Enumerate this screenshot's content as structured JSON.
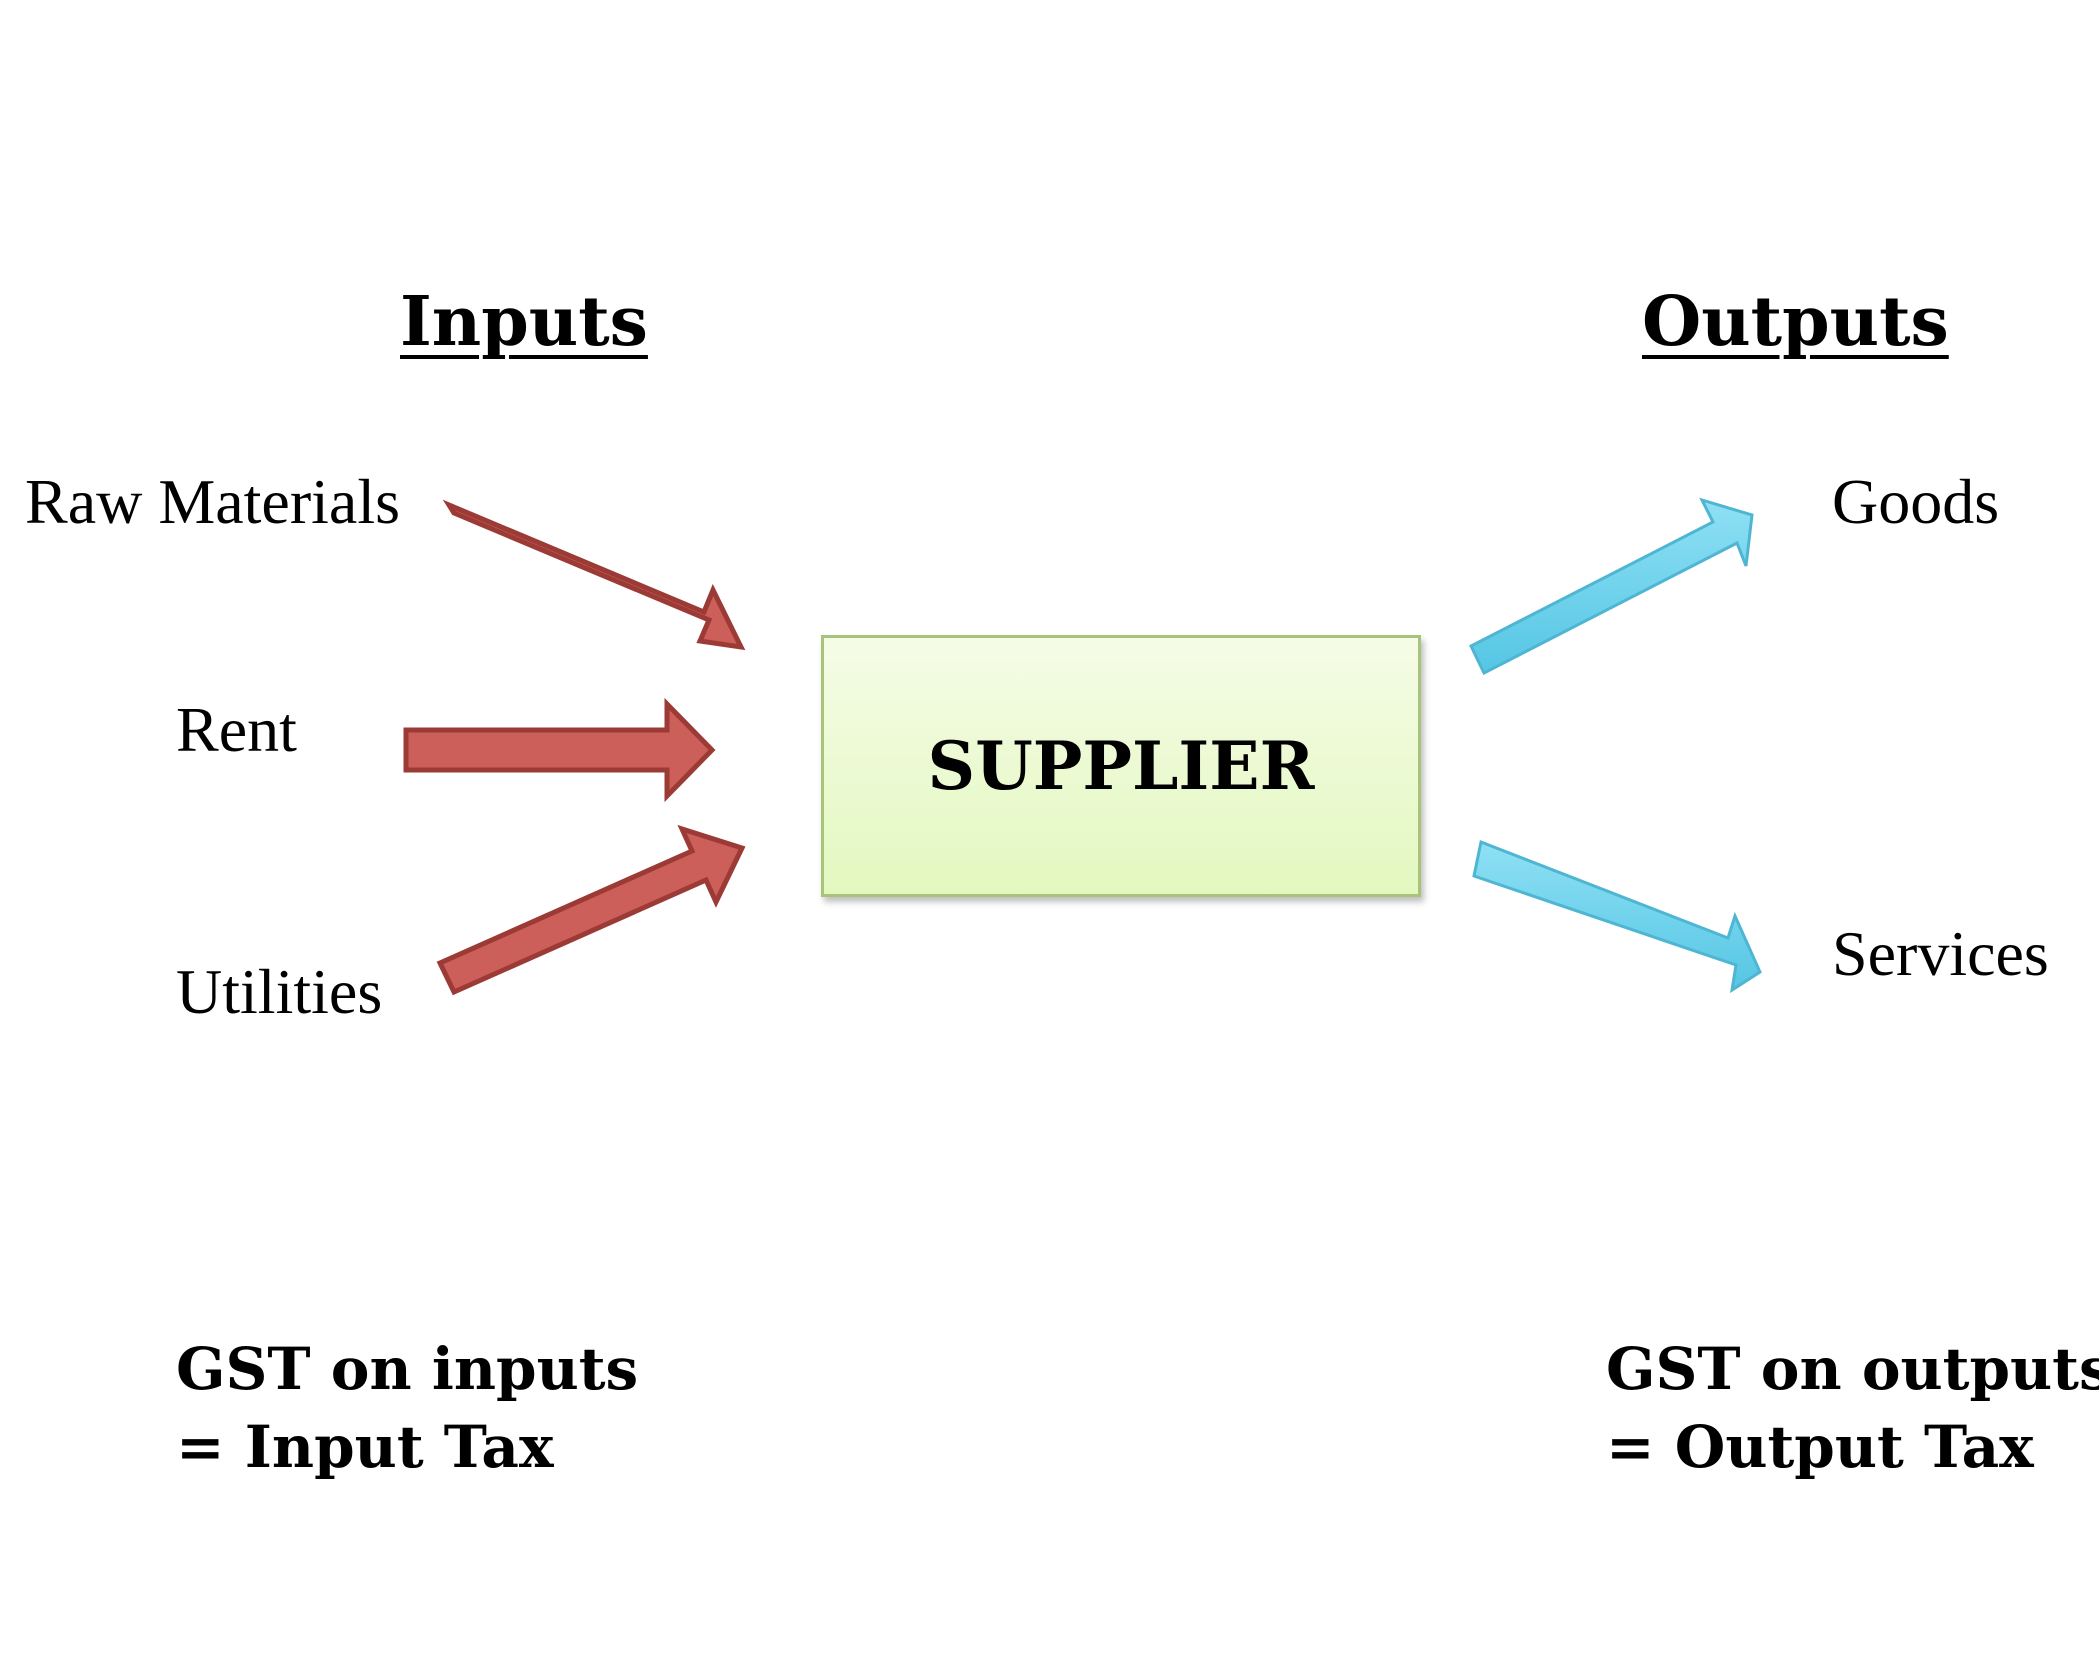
{
  "diagram": {
    "inputs_heading": "Inputs",
    "outputs_heading": "Outputs",
    "center_node": "SUPPLIER",
    "inputs": [
      {
        "label": "Raw Materials"
      },
      {
        "label": "Rent"
      },
      {
        "label": "Utilities"
      }
    ],
    "outputs": [
      {
        "label": "Goods"
      },
      {
        "label": "Services"
      }
    ],
    "input_note": {
      "line1": "GST on inputs",
      "line2": "= Input Tax"
    },
    "output_note": {
      "line1": "GST on outputs",
      "line2": "= Output Tax"
    },
    "colors": {
      "input_arrow_fill": "#cd5f5a",
      "input_arrow_stroke": "#9c3b36",
      "output_arrow_fill": "#6ad0ea",
      "output_arrow_stroke": "#4eb6d2",
      "supplier_fill_top": "#f5fce6",
      "supplier_fill_bottom": "#e3f8c0",
      "supplier_border": "#a8c47a"
    }
  }
}
